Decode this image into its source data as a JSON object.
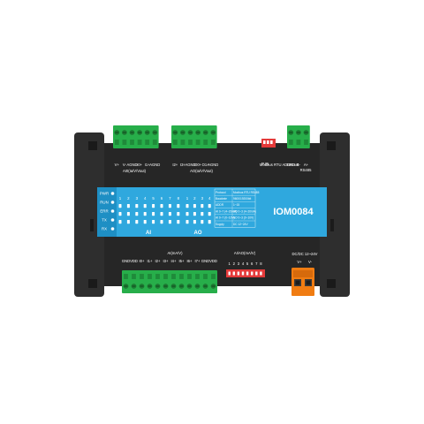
{
  "device": {
    "model": "IOM0084",
    "colors": {
      "enclosure": "#262626",
      "panel_blue": "#2fa8de",
      "terminal_green": "#27ae4a",
      "terminal_orange": "#f07c12",
      "dip_red": "#e43a3a"
    }
  },
  "top_terminals": {
    "left_labels": [
      "V+",
      "V-",
      "AGND",
      "I0+",
      "I1+",
      "AGND"
    ],
    "left_caption": "AI0(Ia/V/Vout)",
    "mid_labels": [
      "I2+",
      "I3+",
      "AGND",
      "O0+",
      "O1+",
      "AGND"
    ],
    "mid_caption": "AO(Ia/V/Vout)",
    "switch_label": "FUN",
    "switch_caption": "Modbus RTU ADDR set",
    "rs485_labels": [
      "GND",
      "B-",
      "A+"
    ],
    "rs485_caption": "RS485"
  },
  "panel": {
    "status_leds": [
      "PWR",
      "RUN",
      "ERR",
      "TX",
      "RX"
    ],
    "ai_numbers": [
      "1",
      "2",
      "3",
      "4",
      "5",
      "6",
      "7",
      "8"
    ],
    "ao_numbers": [
      "1",
      "2",
      "3",
      "4"
    ],
    "ai_label": "AI",
    "ao_label": "AO",
    "info_rows": [
      [
        "Protocol",
        "Modbus RTU RS485"
      ],
      [
        "Baudrate",
        "9600/19200bit"
      ],
      [
        "ADDR",
        "1~15"
      ],
      [
        "AI 0~7 (4~20mA)",
        "AO 0~3 (4~20mA)"
      ],
      [
        "AI 0~7 (0~10V)",
        "AO 0~3 (0~10V)"
      ],
      [
        "Supply",
        "DC 12~24V"
      ]
    ]
  },
  "bottom_terminals": {
    "labels": [
      "GND",
      "VDD",
      "I0+",
      "I1+",
      "I2+",
      "I3+",
      "I4+",
      "I5+",
      "I6+",
      "I7+",
      "GND",
      "VDD"
    ],
    "caption": "AI(mA/V)",
    "dip_caption": "AI/AO(mA/V)",
    "dip_numbers": [
      "1",
      "2",
      "3",
      "4",
      "5",
      "6",
      "7",
      "8"
    ],
    "power_caption": "DC/DC 12~24V",
    "power_labels": [
      "V+",
      "V-"
    ]
  }
}
